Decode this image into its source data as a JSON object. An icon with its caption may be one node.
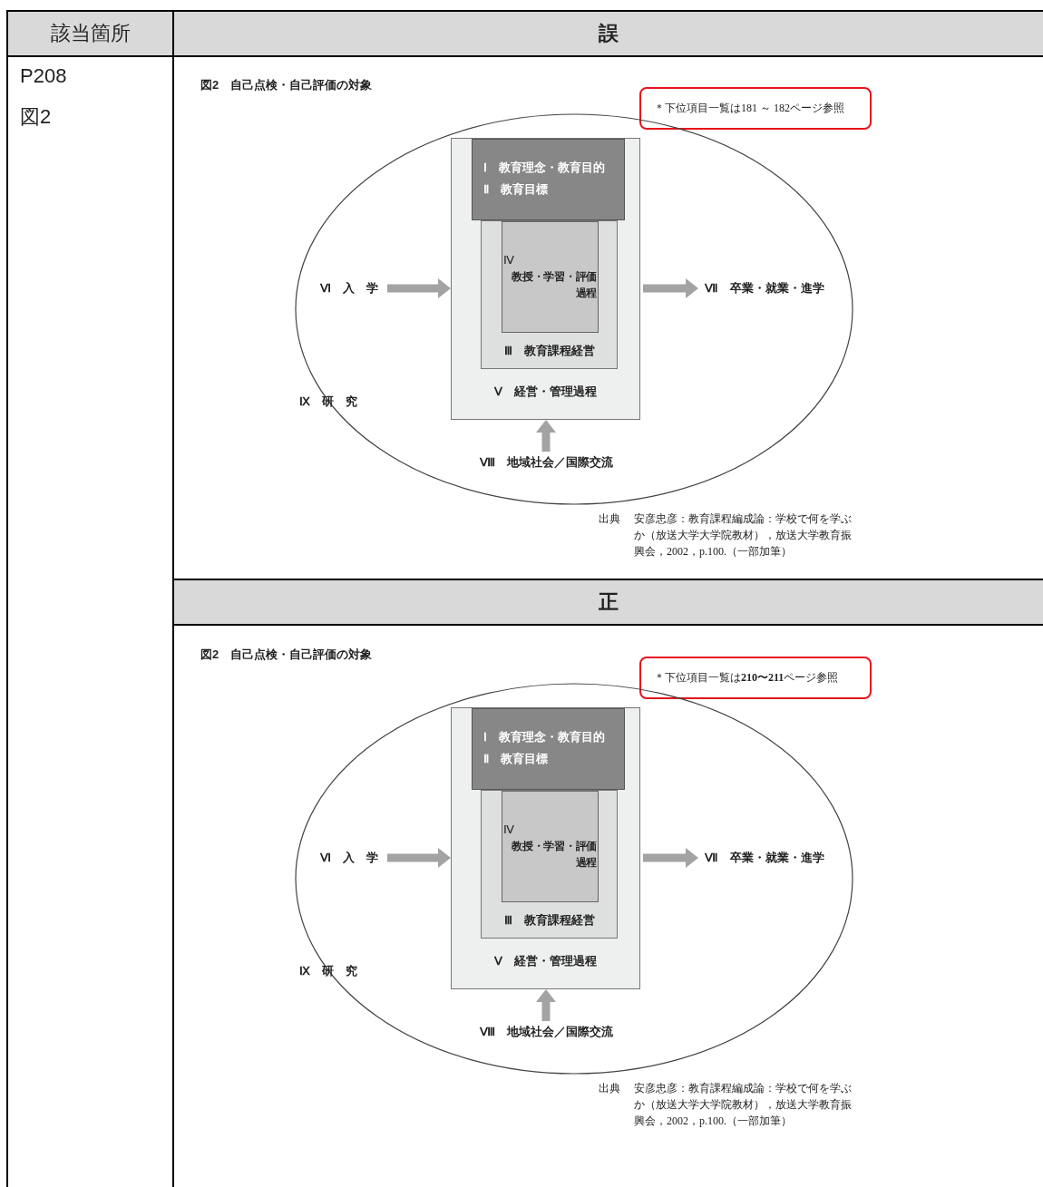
{
  "diagram": {
    "nodes": [
      {
        "text": [
          "＊下位項目一覧は181 ～ 182ページ参照"
        ]
      },
      {
        "text": [
          "Ⅸ　研　究"
        ]
      },
      {
        "text": [
          "Ⅴ　経営・管理過程"
        ],
        "in": 1
      },
      {
        "text": [
          "Ⅰ　教育理念・教育目的",
          "Ⅱ　教育目標"
        ],
        "in": 2
      },
      {
        "text": [
          "Ⅲ　教育課程経営"
        ],
        "in": 2
      },
      {
        "text": [
          "Ⅳ",
          "教授・学習・評価過程"
        ],
        "in": 4
      },
      {
        "text": [
          "Ⅵ　入　学"
        ],
        "in": 1
      },
      {
        "text": [
          "Ⅶ　卒業・就業・進学"
        ],
        "in": 1
      },
      {
        "text": [
          "Ⅷ　地域社会／国際交流"
        ],
        "in": 1
      },
      {
        "text": [
          "＊下位項目一覧は**210〜211**ページ参照"
        ]
      },
      {
        "text": [
          "Ⅸ　研　究"
        ]
      },
      {
        "text": [
          "Ⅴ　経営・管理過程"
        ],
        "in": 10
      },
      {
        "text": [
          "Ⅰ　教育理念・教育目的",
          "Ⅱ　教育目標"
        ],
        "in": 11
      },
      {
        "text": [
          "Ⅲ　教育課程経営"
        ],
        "in": 11
      },
      {
        "text": [
          "Ⅳ",
          "教授・学習・評価過程"
        ],
        "in": 13
      },
      {
        "text": [
          "Ⅵ　入　学"
        ],
        "in": 10
      },
      {
        "text": [
          "Ⅶ　卒業・就業・進学"
        ],
        "in": 10
      },
      {
        "text": [
          "Ⅷ　地域社会／国際交流"
        ],
        "in": 10
      }
    ],
    "edges": [
      {
        "from": 6,
        "to": 2,
        "arrow": "to"
      },
      {
        "from": 2,
        "to": 7,
        "arrow": "to"
      },
      {
        "from": 8,
        "to": 2,
        "arrow": "to"
      },
      {
        "from": 15,
        "to": 11,
        "arrow": "to"
      },
      {
        "from": 11,
        "to": 16,
        "arrow": "to"
      },
      {
        "from": 17,
        "to": 11,
        "arrow": "to"
      }
    ],
    "labels": [
      "該当箇所",
      "誤",
      "P208",
      "図2",
      "図2　自己点検・自己評価の対象",
      "出典",
      "安彦忠彦：教育課程編成論：学校で何を学ぶか（放送大学大学院教材），放送大学教育振興会，2002，p.100.（一部加筆）",
      "正",
      "図2　自己点検・自己評価の対象",
      "出典",
      "安彦忠彦：教育課程編成論：学校で何を学ぶか（放送大学大学院教材），放送大学教育振興会，2002，p.100.（一部加筆）"
    ]
  }
}
